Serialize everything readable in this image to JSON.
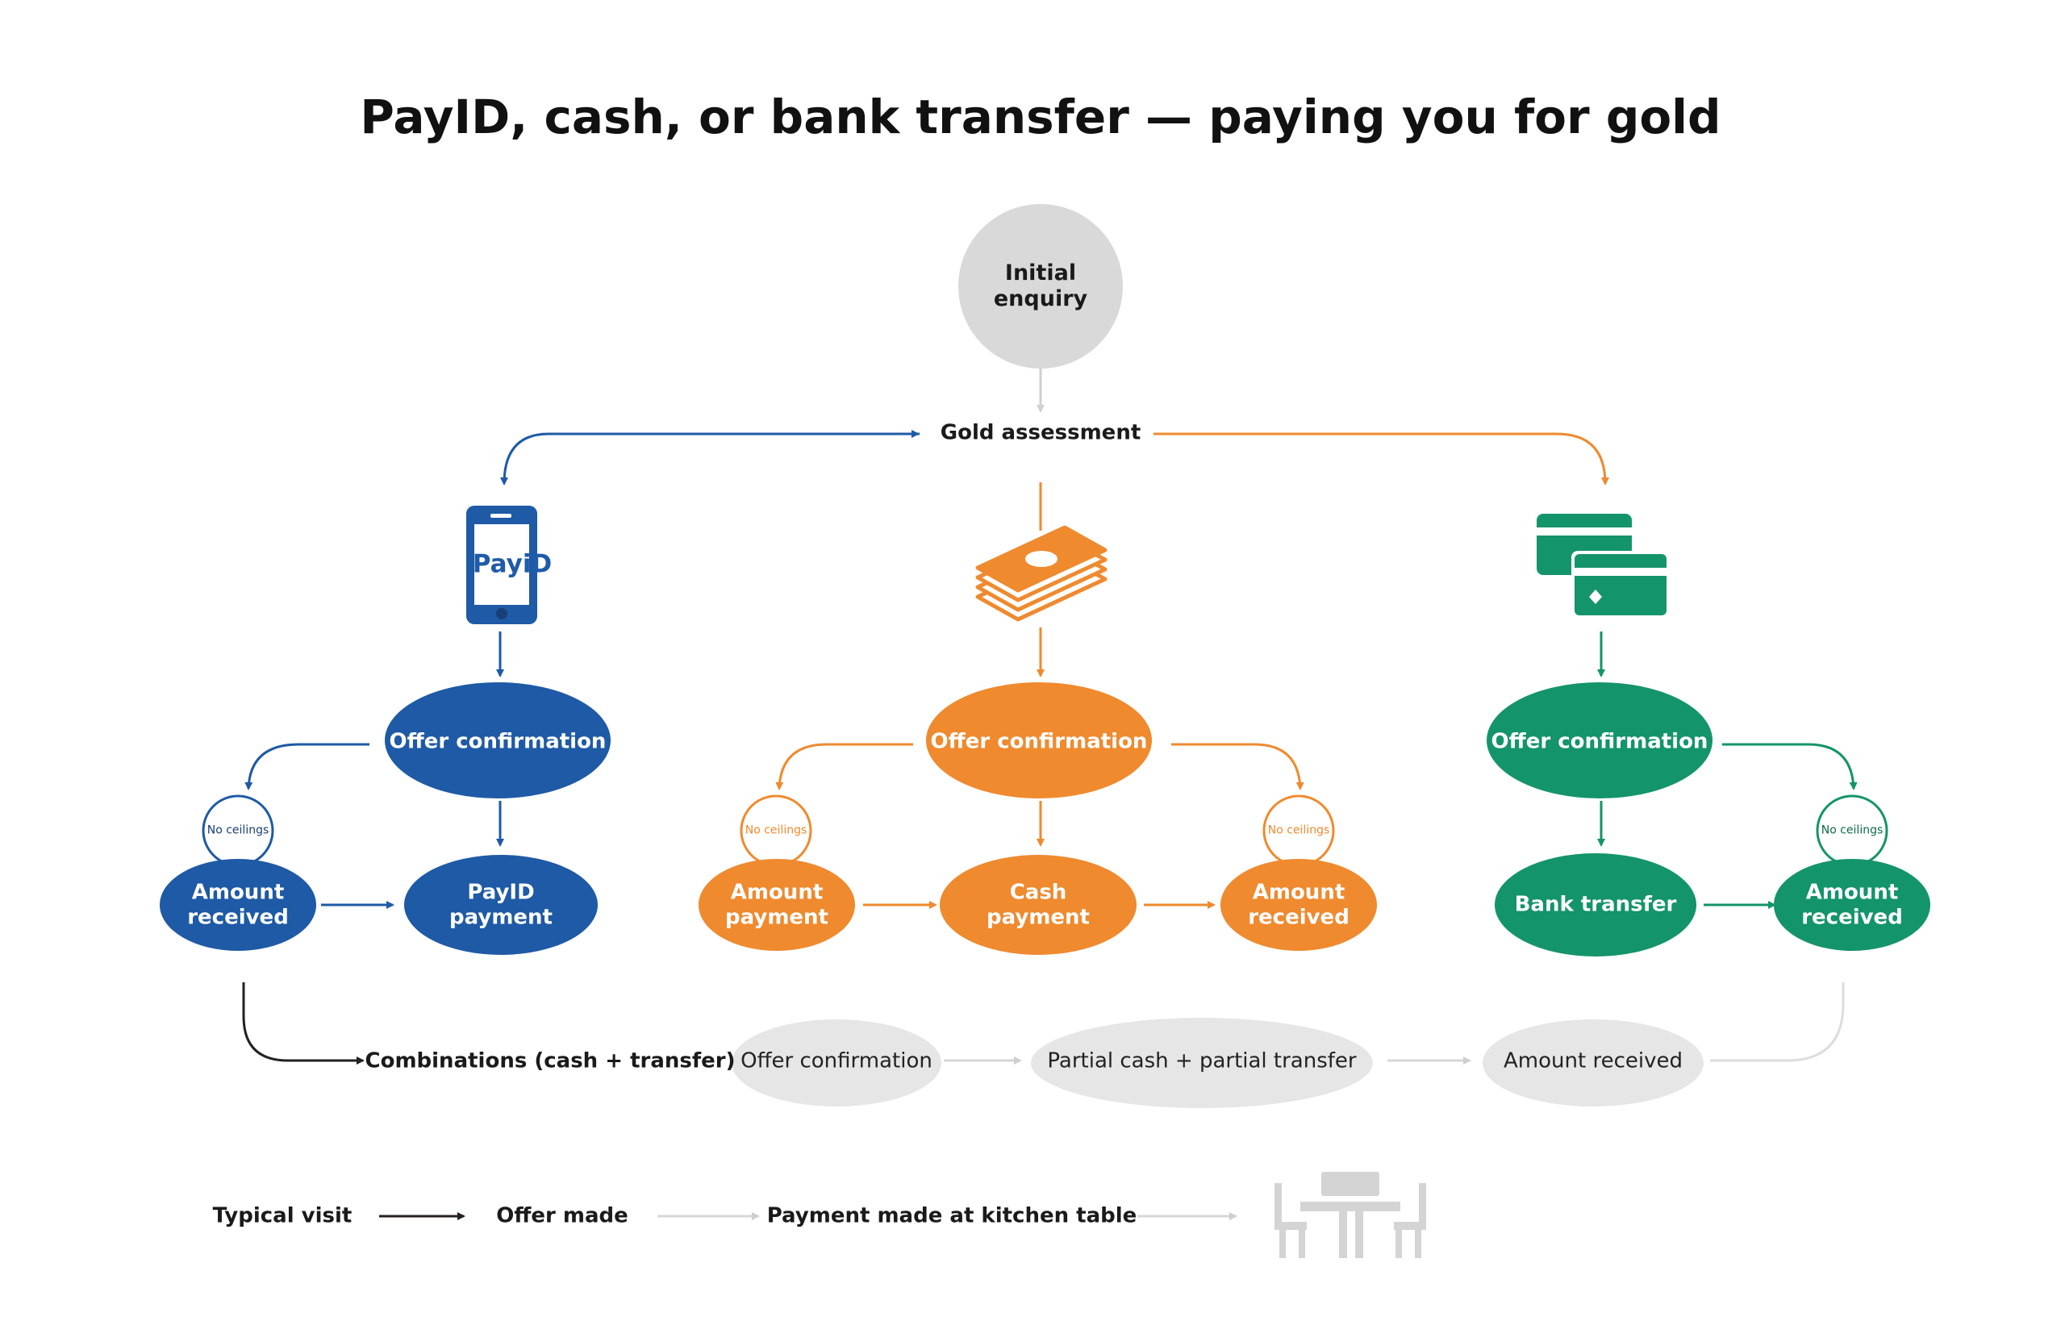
{
  "title": "PayID, cash, or bank transfer — paying you for gold",
  "colors": {
    "payid": "#1e5aa5",
    "cash": "#ef8a2f",
    "bank": "#14946a",
    "grey_node": "#d9d9d9",
    "light_grey": "#e6e6e6",
    "text": "#1a1a1a"
  },
  "top": {
    "initial": "Initial\nenquiry",
    "assessment": "Gold assessment"
  },
  "payid_branch": {
    "icon": "phone-icon",
    "icon_label": "PayiD",
    "offer": "Offer confirmation",
    "badge": "No ceilings",
    "amount_received": "Amount\nreceived",
    "payment": "PayID\npayment"
  },
  "cash_branch": {
    "icon": "cash-stack-icon",
    "offer": "Offer confirmation",
    "badge_left": "No ceilings",
    "badge_right": "No ceilings",
    "amount_payment": "Amount\npayment",
    "cash_payment": "Cash\npayment",
    "amount_received": "Amount\nreceived"
  },
  "bank_branch": {
    "icon": "bank-cards-icon",
    "offer": "Offer confirmation",
    "bank_transfer": "Bank transfer",
    "badge": "No ceilings",
    "amount_received": "Amount\nreceived"
  },
  "combinations": {
    "label": "Combinations (cash + transfer)",
    "step1": "Offer confirmation",
    "step2": "Partial cash + partial transfer",
    "step3": "Amount received"
  },
  "legend": {
    "typical": "Typical visit",
    "offer_made": "Offer made",
    "payment_made": "Payment made at kitchen table",
    "icon": "table-chairs-icon"
  }
}
